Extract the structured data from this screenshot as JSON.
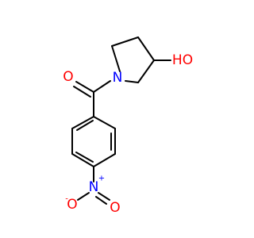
{
  "molecule": {
    "atoms": {
      "carbonyl_oxygen": "O",
      "amide_nitrogen": "N",
      "hydroxyl": "HO",
      "nitro_nitrogen": "N",
      "nitro_oxygen_left": "O",
      "nitro_oxygen_right": "O",
      "plus_charge": "+",
      "minus_charge": "-"
    },
    "colors": {
      "bond": "#000000",
      "oxygen": "#ff0000",
      "nitrogen": "#0000ff"
    }
  }
}
